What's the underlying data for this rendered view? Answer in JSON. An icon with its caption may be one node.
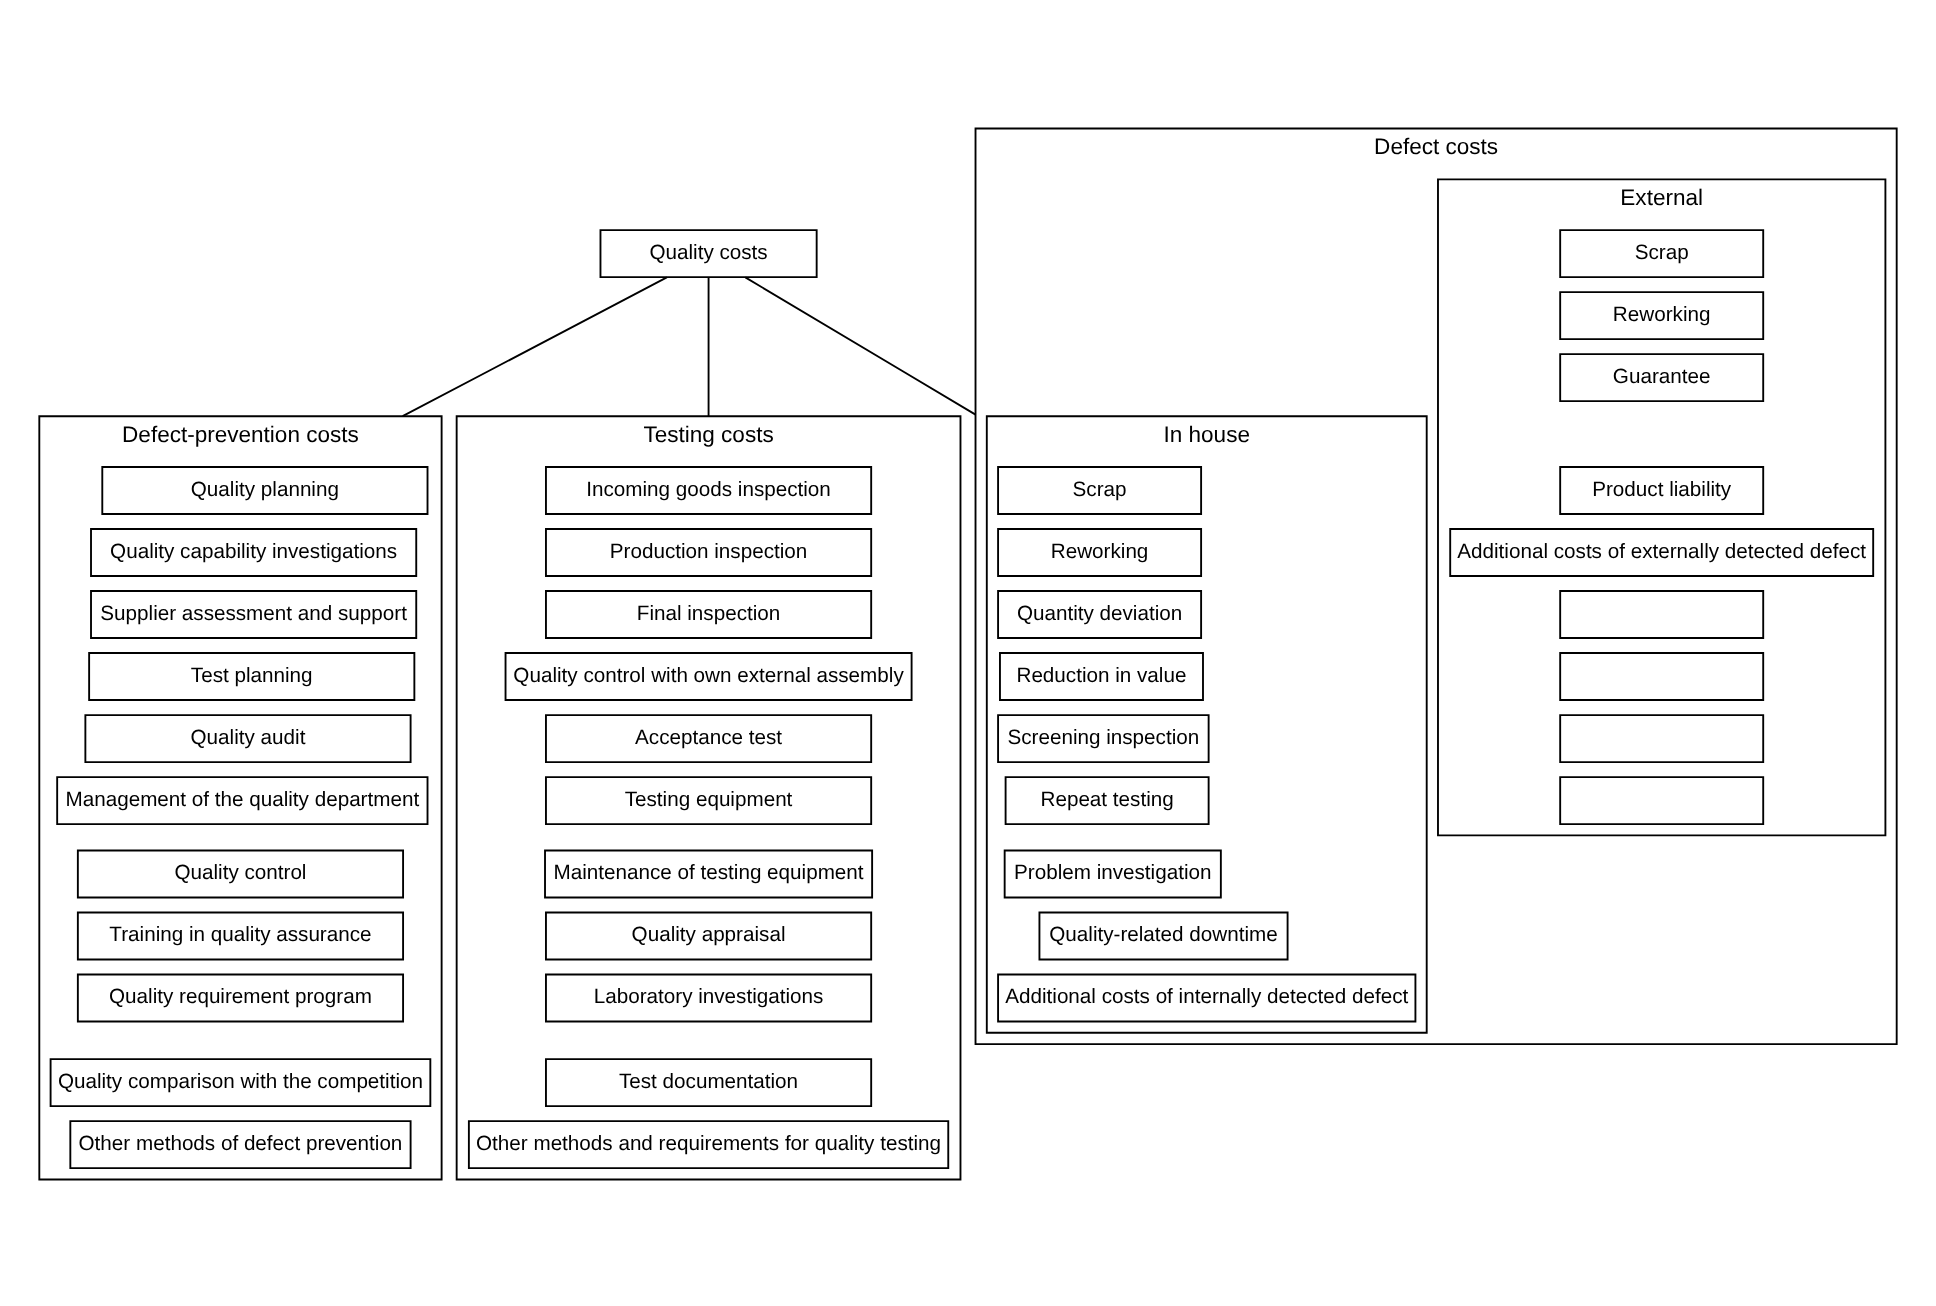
{
  "diagram": {
    "nodes": [
      {
        "text": [
          "Quality costs"
        ]
      },
      {
        "text": [
          "Defect-prevention costs"
        ]
      },
      {
        "text": [
          "Quality planning"
        ],
        "in": 1
      },
      {
        "text": [
          "Quality capability investigations"
        ],
        "in": 1
      },
      {
        "text": [
          "Supplier assessment and support"
        ],
        "in": 1
      },
      {
        "text": [
          "Test planning"
        ],
        "in": 1
      },
      {
        "text": [
          "Quality audit"
        ],
        "in": 1
      },
      {
        "text": [
          "Management of the quality department"
        ],
        "in": 1
      },
      {
        "text": [
          "Quality control"
        ],
        "in": 1
      },
      {
        "text": [
          "Training in quality assurance"
        ],
        "in": 1
      },
      {
        "text": [
          "Quality requirement program"
        ],
        "in": 1
      },
      {
        "text": [
          "Quality comparison with the competition"
        ],
        "in": 1
      },
      {
        "text": [
          "Other methods of defect prevention"
        ],
        "in": 1
      },
      {
        "text": [
          "Testing costs"
        ]
      },
      {
        "text": [
          "Incoming goods inspection"
        ],
        "in": 13
      },
      {
        "text": [
          "Production inspection"
        ],
        "in": 13
      },
      {
        "text": [
          "Final inspection"
        ],
        "in": 13
      },
      {
        "text": [
          "Quality control with own external assembly"
        ],
        "in": 13
      },
      {
        "text": [
          "Acceptance test"
        ],
        "in": 13
      },
      {
        "text": [
          "Testing equipment"
        ],
        "in": 13
      },
      {
        "text": [
          "Maintenance of testing equipment"
        ],
        "in": 13
      },
      {
        "text": [
          "Quality appraisal"
        ],
        "in": 13
      },
      {
        "text": [
          "Laboratory investigations"
        ],
        "in": 13
      },
      {
        "text": [
          "Test documentation"
        ],
        "in": 13
      },
      {
        "text": [
          "Other methods and requirements for quality testing"
        ],
        "in": 13
      },
      {
        "text": [
          "Defect costs"
        ]
      },
      {
        "text": [
          "In house"
        ],
        "in": 25
      },
      {
        "text": [
          "Scrap"
        ],
        "in": 26
      },
      {
        "text": [
          "Reworking"
        ],
        "in": 26
      },
      {
        "text": [
          "Quantity deviation"
        ],
        "in": 26
      },
      {
        "text": [
          "Reduction in value"
        ],
        "in": 26
      },
      {
        "text": [
          "Screening inspection"
        ],
        "in": 26
      },
      {
        "text": [
          "Repeat testing"
        ],
        "in": 26
      },
      {
        "text": [
          "Problem investigation"
        ],
        "in": 26
      },
      {
        "text": [
          "Quality-related downtime"
        ],
        "in": 26
      },
      {
        "text": [
          "Additional costs of internally detected defect"
        ],
        "in": 26
      },
      {
        "text": [
          "External"
        ],
        "in": 25
      },
      {
        "text": [
          "Scrap"
        ],
        "in": 36
      },
      {
        "text": [
          "Reworking"
        ],
        "in": 36
      },
      {
        "text": [
          "Guarantee"
        ],
        "in": 36
      },
      {
        "text": [
          "Product liability"
        ],
        "in": 36
      },
      {
        "text": [
          "Additional costs of externally detected defect"
        ],
        "in": 36
      },
      {
        "text": [],
        "shape": "box",
        "in": 36
      },
      {
        "text": [],
        "shape": "box",
        "in": 36
      },
      {
        "text": [],
        "shape": "box",
        "in": 36
      },
      {
        "text": [],
        "shape": "box",
        "in": 36
      }
    ],
    "edges": [
      {
        "from": 0,
        "to": 1,
        "arrow": "none"
      },
      {
        "from": 0,
        "to": 13,
        "arrow": "none"
      },
      {
        "from": 0,
        "to": 25,
        "arrow": "none"
      }
    ]
  }
}
